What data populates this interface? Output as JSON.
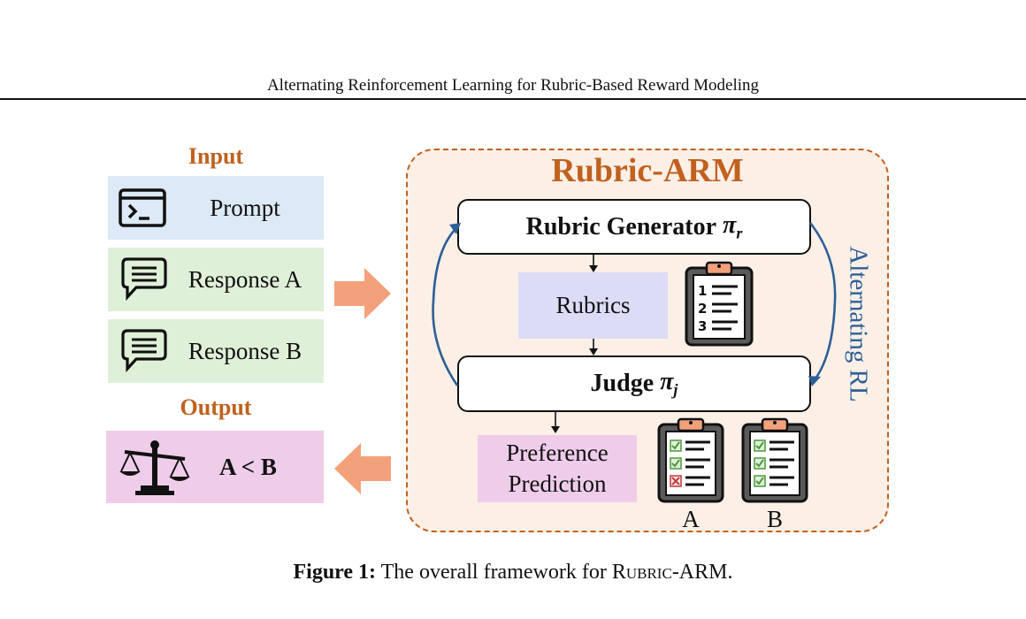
{
  "header": {
    "title": "Alternating Reinforcement Learning for Rubric-Based Reward Modeling"
  },
  "input": {
    "label": "Input",
    "prompt": "Prompt",
    "response_a": "Response A",
    "response_b": "Response B",
    "prompt_icon": "terminal-icon",
    "response_icon": "chat-bubble-icon"
  },
  "output": {
    "label": "Output",
    "value": "A < B",
    "icon": "balance-scale-icon"
  },
  "framework": {
    "title": "Rubric-ARM",
    "generator_label": "Rubric Generator",
    "generator_pi": "π",
    "generator_sub": "r",
    "rubrics": "Rubrics",
    "judge_label": "Judge",
    "judge_pi": "π",
    "judge_sub": "j",
    "preference": "Preference Prediction",
    "alternating": "Alternating RL",
    "rubric_list_numbers": [
      "1",
      "2",
      "3"
    ],
    "clipboard_a_label": "A",
    "clipboard_b_label": "B"
  },
  "caption": {
    "prefix": "Figure 1:",
    "text": "The overall framework for",
    "name": "Rubric",
    "name_suffix": "-ARM."
  },
  "colors": {
    "accent_orange": "#c0611f",
    "arrow_orange": "#f3a17a",
    "alt_blue": "#2e5f96",
    "prompt_bg": "#dce9f7",
    "response_bg": "#dff0d8",
    "output_bg": "#efcdea",
    "rubrics_bg": "#dcdcf7",
    "frame_bg": "#fcefe6"
  }
}
